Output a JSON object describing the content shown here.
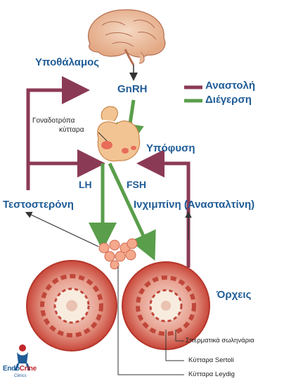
{
  "labels": {
    "hypothalamus": "Υποθάλαμος",
    "gnrh": "GnRH",
    "legend_inhibition": "Αναστολή",
    "legend_stimulation": "Διέγερση",
    "gonadotroph_line1": "Γοναδοτρόπα",
    "gonadotroph_line2": "κύτταρα",
    "pituitary": "Υπόφυση",
    "lh": "LH",
    "fsh": "FSH",
    "testosterone": "Τεστοστερόνη",
    "inhibin": "Ινχιμπίνη (Ανασταλτίνη)",
    "testes": "Όρχεις",
    "seminiferous_tubules": "Σπερματικά σωληνάρια",
    "sertoli_cells": "Κύτταρα Sertoli",
    "leydig_cells": "Κύτταρα Leydig"
  },
  "logo": {
    "text_a": "Endo",
    "text_b": "Crine",
    "sub": "Clinics"
  },
  "colors": {
    "inhibition": "#8b3a55",
    "stimulation": "#5a9e4b",
    "text": "#1f5c96",
    "testis": "#c8473a",
    "logo_red": "#c0272d"
  }
}
